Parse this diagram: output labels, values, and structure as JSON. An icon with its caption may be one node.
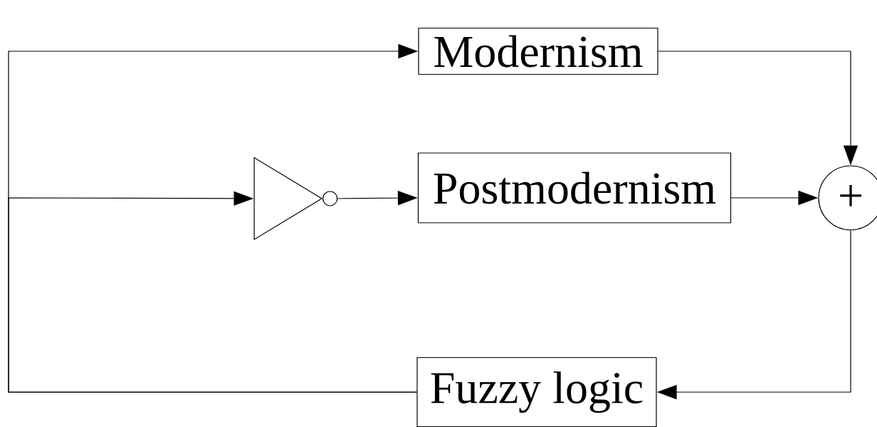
{
  "diagram": {
    "nodes": [
      {
        "text": [
          "Modernism"
        ]
      },
      {
        "text": [],
        "shape": "triangle"
      },
      {
        "text": [
          "Postmodernism"
        ]
      },
      {
        "text": [
          "+"
        ]
      },
      {
        "text": [
          "Fuzzy logic"
        ]
      }
    ],
    "edges": [
      {
        "from": 4,
        "to": 0,
        "arrow": "to"
      },
      {
        "from": 4,
        "to": 1,
        "arrow": "to"
      },
      {
        "from": 0,
        "to": 3,
        "arrow": "to"
      },
      {
        "from": 1,
        "to": 2,
        "arrow": "to"
      },
      {
        "from": 2,
        "to": 3,
        "arrow": "to"
      },
      {
        "from": 3,
        "to": 4,
        "arrow": "to"
      }
    ]
  }
}
